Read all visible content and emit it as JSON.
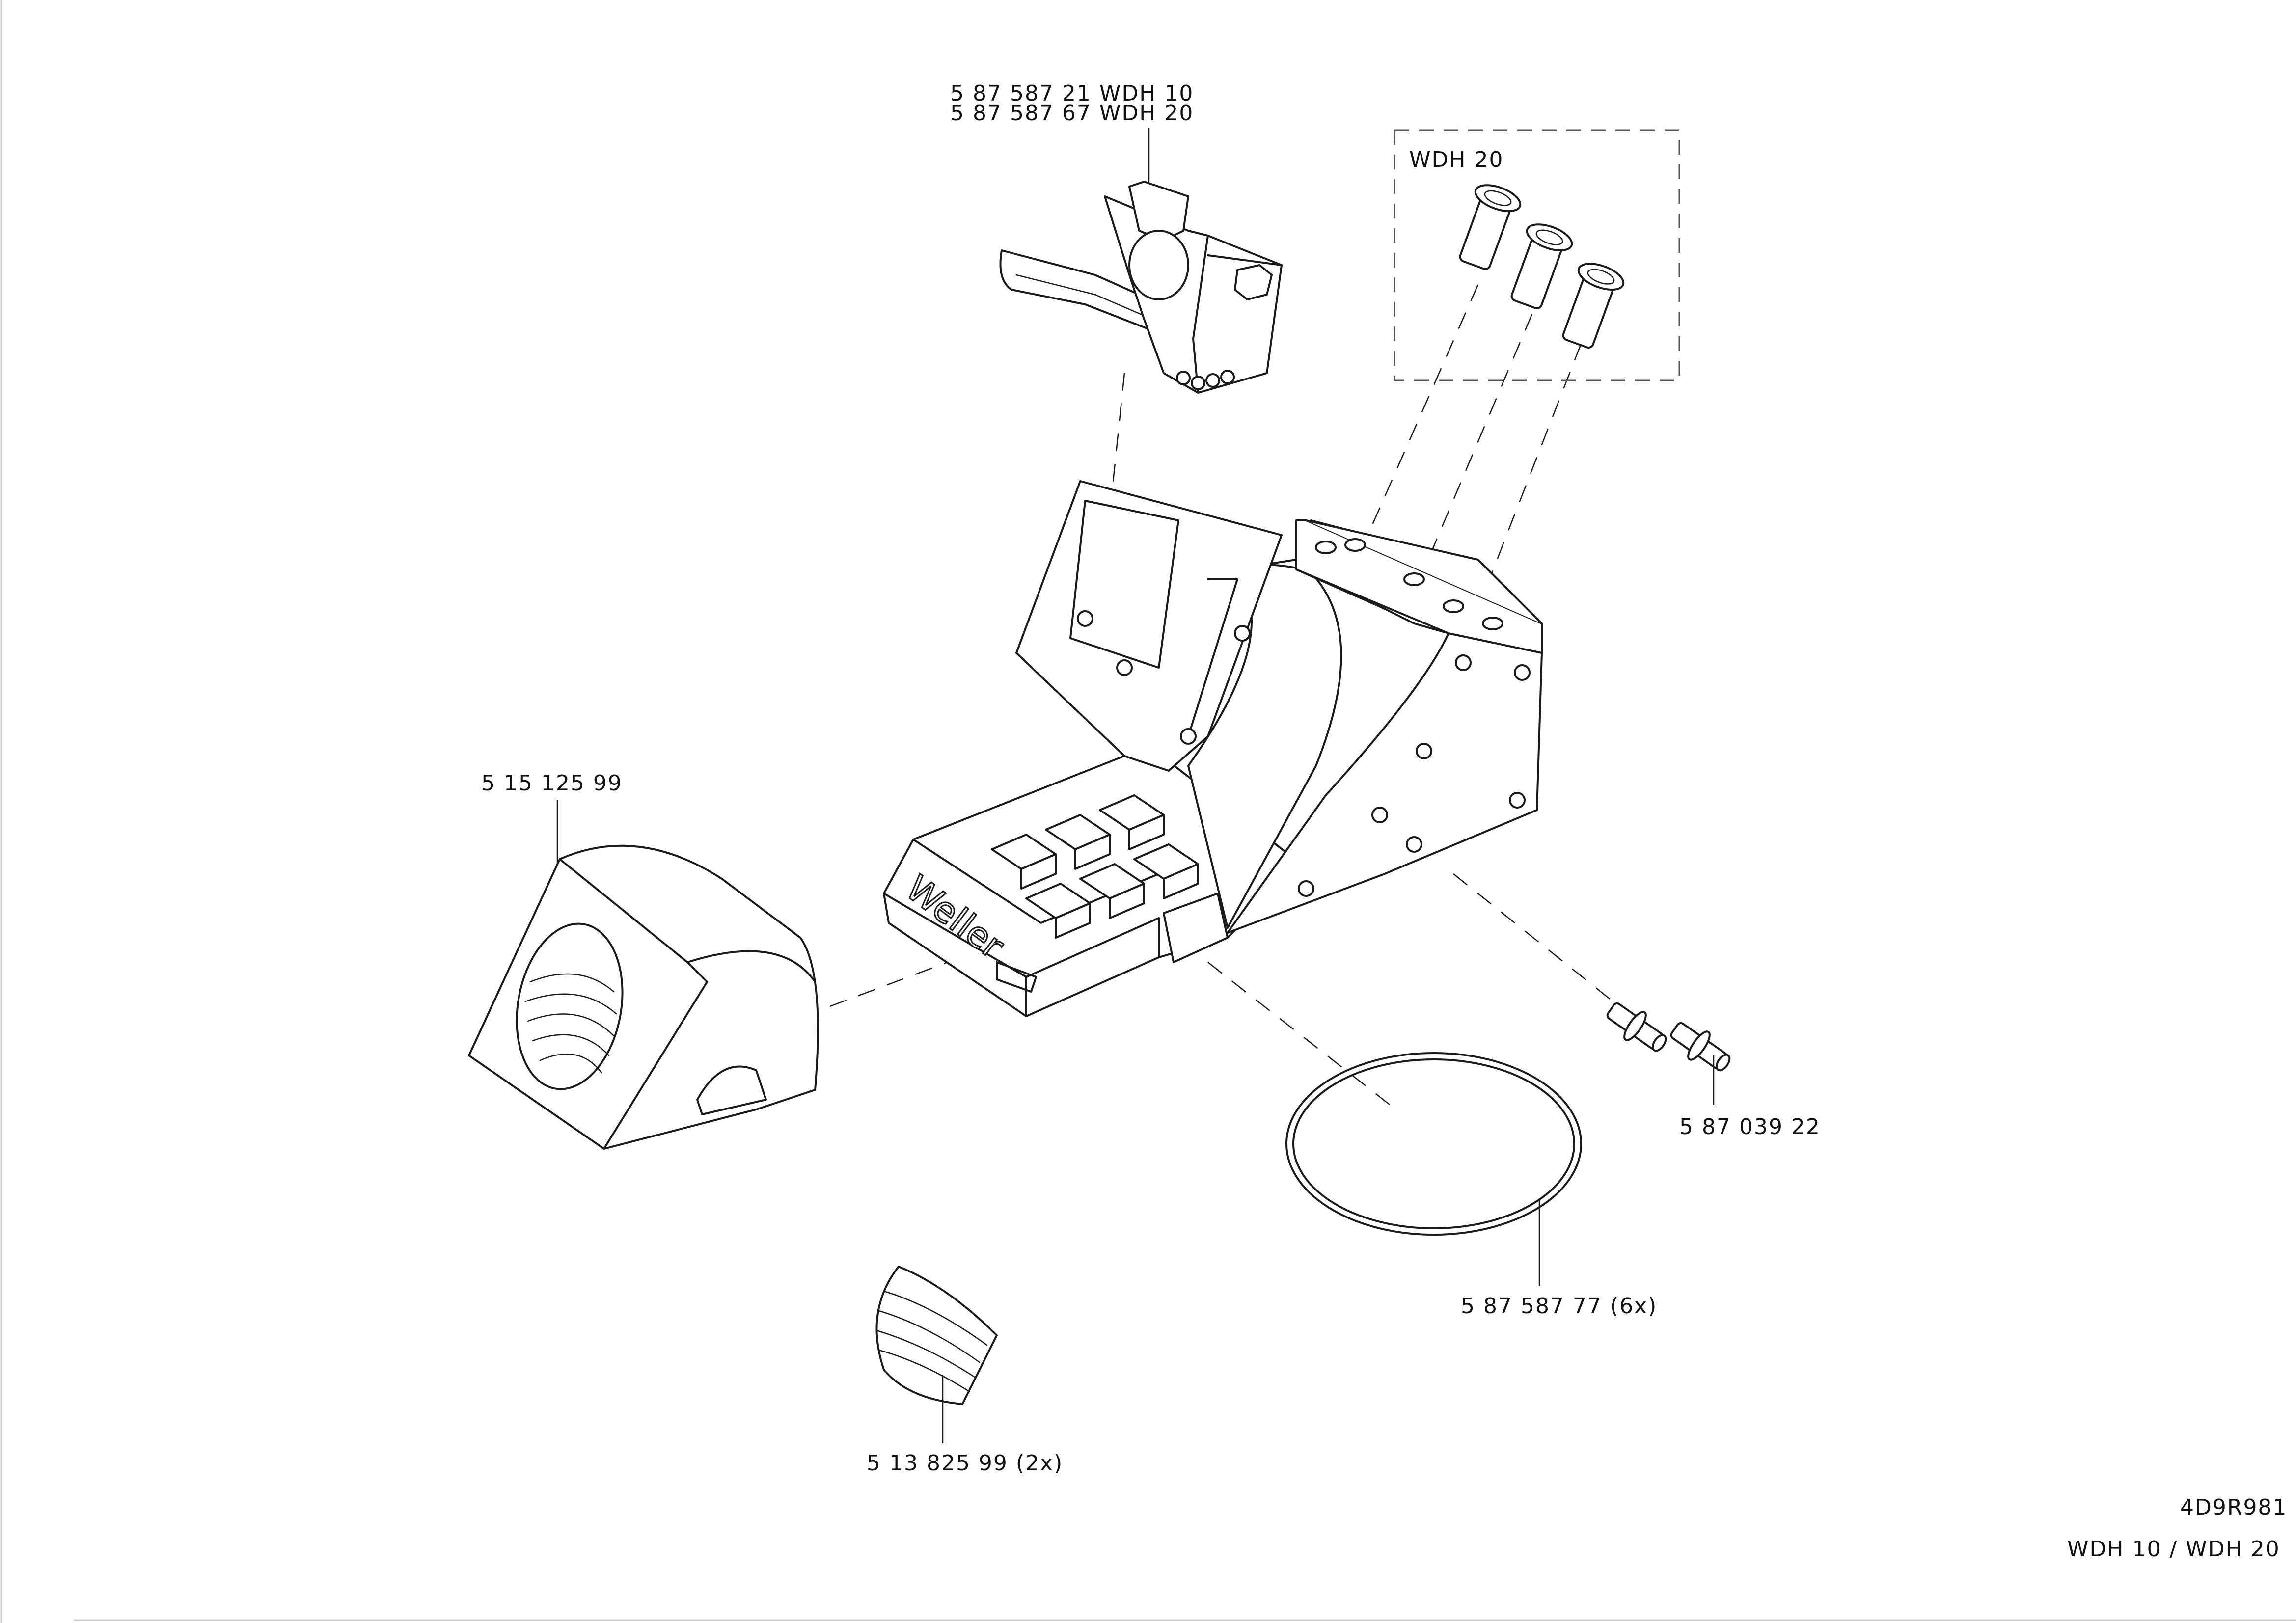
{
  "labels": {
    "holder_top_line1": "5  87  587  21   WDH  10",
    "holder_top_line2": "5  87  587  67   WDH  20",
    "insert_box_title": "WDH  20",
    "cover_part": "5  15  125  99",
    "pins_part": "5  87  039  22",
    "oring_part": "5  87  587  77    (6x)",
    "grip_part": "5  13  825  99    (2x)",
    "drawing_number": "4D9R981",
    "model_title": "WDH  10  /  WDH  20"
  },
  "brand": {
    "logo_text": "Weller"
  },
  "colors": {
    "line": "#1a1a1a",
    "background": "#ffffff"
  }
}
